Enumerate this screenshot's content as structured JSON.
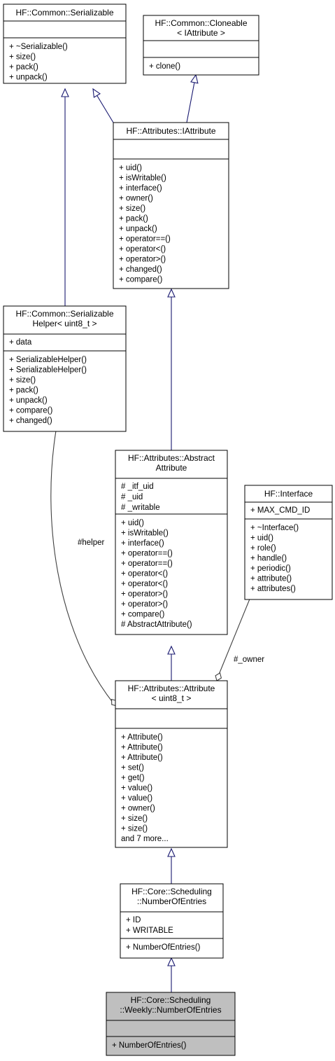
{
  "classes": {
    "serializable": {
      "title": [
        "HF::Common::Serializable"
      ],
      "attrs": [],
      "methods": [
        "+ ~Serializable()",
        "+ size()",
        "+ pack()",
        "+ unpack()"
      ]
    },
    "cloneable": {
      "title": [
        "HF::Common::Cloneable",
        "< IAttribute >"
      ],
      "attrs": [],
      "methods": [
        "+ clone()"
      ]
    },
    "iattribute": {
      "title": [
        "HF::Attributes::IAttribute"
      ],
      "attrs": [],
      "methods": [
        "+ uid()",
        "+ isWritable()",
        "+ interface()",
        "+ owner()",
        "+ size()",
        "+ pack()",
        "+ unpack()",
        "+ operator==()",
        "+ operator<()",
        "+ operator>()",
        "+ changed()",
        "+ compare()"
      ]
    },
    "serializable_helper": {
      "title": [
        "HF::Common::Serializable",
        "Helper< uint8_t >"
      ],
      "attrs": [
        "+ data"
      ],
      "methods": [
        "+ SerializableHelper()",
        "+ SerializableHelper()",
        "+ size()",
        "+ pack()",
        "+ unpack()",
        "+ compare()",
        "+ changed()"
      ]
    },
    "abstract_attribute": {
      "title": [
        "HF::Attributes::Abstract",
        "Attribute"
      ],
      "attrs": [
        "# _itf_uid",
        "# _uid",
        "# _writable"
      ],
      "methods": [
        "+ uid()",
        "+ isWritable()",
        "+ interface()",
        "+ operator==()",
        "+ operator==()",
        "+ operator<()",
        "+ operator<()",
        "+ operator>()",
        "+ operator>()",
        "+ compare()",
        "# AbstractAttribute()"
      ]
    },
    "interface": {
      "title": [
        "HF::Interface"
      ],
      "attrs": [
        "+ MAX_CMD_ID"
      ],
      "methods": [
        "+ ~Interface()",
        "+ uid()",
        "+ role()",
        "+ handle()",
        "+ periodic()",
        "+ attribute()",
        "+ attributes()"
      ]
    },
    "attribute_uint8": {
      "title": [
        "HF::Attributes::Attribute",
        "< uint8_t >"
      ],
      "attrs": [],
      "methods": [
        "+ Attribute()",
        "+ Attribute()",
        "+ Attribute()",
        "+ set()",
        "+ get()",
        "+ value()",
        "+ value()",
        "+ owner()",
        "+ size()",
        "+ size()",
        "and 7 more..."
      ]
    },
    "number_of_entries": {
      "title": [
        "HF::Core::Scheduling",
        "::NumberOfEntries"
      ],
      "attrs": [
        "+ ID",
        "+ WRITABLE"
      ],
      "methods": [
        "+ NumberOfEntries()"
      ]
    },
    "weekly_number_of_entries": {
      "title": [
        "HF::Core::Scheduling",
        "::Weekly::NumberOfEntries"
      ],
      "attrs": [],
      "methods": [
        "+ NumberOfEntries()"
      ]
    }
  },
  "edge_labels": {
    "helper": "#helper",
    "owner": "#_owner"
  },
  "colors": {
    "inheritance_edge": "#191970",
    "association_edge": "#404040",
    "highlight_fill": "#bfbfbf",
    "box_fill": "#ffffff",
    "box_border": "#000000"
  }
}
